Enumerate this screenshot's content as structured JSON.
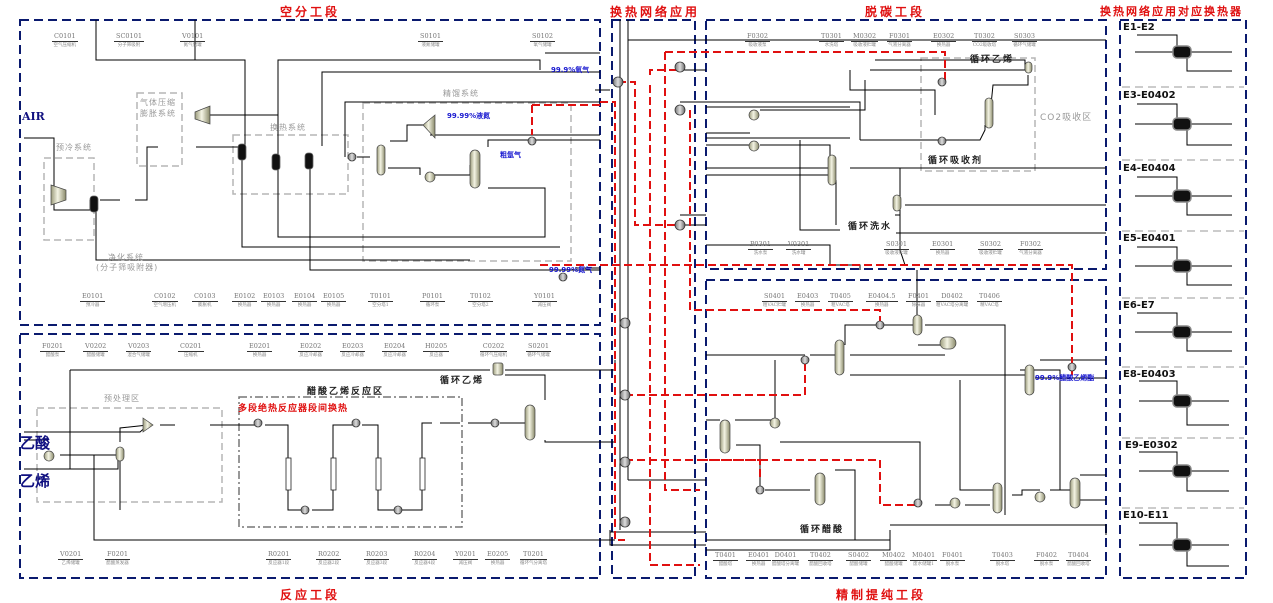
{
  "sections": {
    "air_separation": "空分工段",
    "heat_network": "换热网络应用",
    "decarbonization": "脱碳工段",
    "hx_mapping": "换热网络应用对应换热器",
    "reaction": "反应工段",
    "purification": "精制提纯工段"
  },
  "air_separation": {
    "top_tags": [
      {
        "id": "C0101",
        "desc": "空气压缩机"
      },
      {
        "id": "SC0101",
        "desc": "分子筛吸附"
      },
      {
        "id": "V0101",
        "desc": "氮气储罐"
      },
      {
        "id": "S0101",
        "desc": "液氮储罐"
      },
      {
        "id": "S0102",
        "desc": "氧气储罐"
      }
    ],
    "bottom_tags": [
      {
        "id": "E0101",
        "desc": "预冷器"
      },
      {
        "id": "C0102",
        "desc": "空气增压机"
      },
      {
        "id": "C0103",
        "desc": "膨胀机"
      },
      {
        "id": "E0102",
        "desc": "换热器"
      },
      {
        "id": "E0103",
        "desc": "换热器"
      },
      {
        "id": "E0104",
        "desc": "换热器"
      },
      {
        "id": "E0105",
        "desc": "换热器"
      },
      {
        "id": "T0101",
        "desc": "空分塔1"
      },
      {
        "id": "P0101",
        "desc": "循环泵"
      },
      {
        "id": "T0102",
        "desc": "空分塔2"
      },
      {
        "id": "Y0101",
        "desc": "减压阀"
      }
    ],
    "labels": {
      "air": "AIR",
      "precool": "预冷系统",
      "compress": "气体压缩\n膨胀系统",
      "heat_exch": "换热系统",
      "rectify": "精馏系统",
      "purify": "净化系统",
      "purify_sub": "(分子筛吸附器)",
      "o2_a": "99.9%氧气",
      "n2_liq": "99.99%液氮",
      "crude_ar": "粗氩气",
      "o2_b": "99.99%氮气"
    }
  },
  "reaction": {
    "top_tags": [
      {
        "id": "F0201",
        "desc": "醋酸泵"
      },
      {
        "id": "V0202",
        "desc": "醋酸储罐"
      },
      {
        "id": "V0203",
        "desc": "混合气储罐"
      },
      {
        "id": "C0201",
        "desc": "压缩机"
      },
      {
        "id": "E0201",
        "desc": "换热器"
      },
      {
        "id": "E0202",
        "desc": "反应冷却器"
      },
      {
        "id": "E0203",
        "desc": "反应冷却器"
      },
      {
        "id": "E0204",
        "desc": "反应冷却器"
      },
      {
        "id": "H0205",
        "desc": "反应器"
      },
      {
        "id": "C0202",
        "desc": "循环气压缩机"
      },
      {
        "id": "S0201",
        "desc": "循环气储罐"
      }
    ],
    "bottom_tags": [
      {
        "id": "V0201",
        "desc": "乙烯储罐"
      },
      {
        "id": "F0201",
        "desc": "醋酸蒸发器"
      },
      {
        "id": "R0201",
        "desc": "反应器1段"
      },
      {
        "id": "R0202",
        "desc": "反应器2段"
      },
      {
        "id": "R0203",
        "desc": "反应器3段"
      },
      {
        "id": "R0204",
        "desc": "反应器4段"
      },
      {
        "id": "Y0201",
        "desc": "减压阀"
      },
      {
        "id": "E0205",
        "desc": "换热器"
      },
      {
        "id": "T0201",
        "desc": "循环气分离塔"
      }
    ],
    "labels": {
      "acetic_acid": "乙酸",
      "ethylene": "乙烯",
      "pretreat": "预处理区",
      "vac_zone": "醋酸乙烯反应区",
      "multi_stage": "多段绝热反应器段间换热",
      "recycle_ethylene": "循环乙烯"
    }
  },
  "decarbonization": {
    "top_tags": [
      {
        "id": "F0302",
        "desc": "吸收液泵"
      },
      {
        "id": "T0301",
        "desc": "水洗塔"
      },
      {
        "id": "M0302",
        "desc": "吸收液贮罐"
      },
      {
        "id": "F0301",
        "desc": "气液分离器"
      },
      {
        "id": "E0302",
        "desc": "换热器"
      },
      {
        "id": "T0302",
        "desc": "CO2吸收塔"
      },
      {
        "id": "S0303",
        "desc": "循环气储罐"
      }
    ],
    "bottom_tags": [
      {
        "id": "P0301",
        "desc": "洗水泵"
      },
      {
        "id": "V0301",
        "desc": "洗水罐"
      },
      {
        "id": "S0301",
        "desc": "吸收液贮罐"
      },
      {
        "id": "E0301",
        "desc": "换热器"
      },
      {
        "id": "S0302",
        "desc": "吸收液贮罐"
      },
      {
        "id": "F0302",
        "desc": "气液分离器"
      }
    ],
    "labels": {
      "recycle_ethylene": "循环乙烯",
      "co2_zone": "CO2吸收区",
      "recycle_absorbent": "循环吸收剂",
      "recycle_wash": "循环洗水"
    }
  },
  "purification": {
    "top_tags": [
      {
        "id": "S0401",
        "desc": "粗VAC贮罐"
      },
      {
        "id": "E0403",
        "desc": "换热器"
      },
      {
        "id": "T0405",
        "desc": "粗VAC塔"
      },
      {
        "id": "E0404.5",
        "desc": "换热器"
      },
      {
        "id": "F0401",
        "desc": "除沫器"
      },
      {
        "id": "D0402",
        "desc": "粗VAC塔分离罐"
      },
      {
        "id": "T0406",
        "desc": "精VAC塔"
      }
    ],
    "bottom_tags": [
      {
        "id": "T0401",
        "desc": "醋酸塔"
      },
      {
        "id": "E0401",
        "desc": "换热器"
      },
      {
        "id": "D0401",
        "desc": "醋酸塔分离罐"
      },
      {
        "id": "T0402",
        "desc": "醋酸回收塔"
      },
      {
        "id": "S0402",
        "desc": "醋酸储罐"
      },
      {
        "id": "M0402",
        "desc": "醋酸储罐"
      },
      {
        "id": "M0401",
        "desc": "废水储罐1"
      },
      {
        "id": "F0401",
        "desc": "脱水泵"
      },
      {
        "id": "T0403",
        "desc": "脱水塔"
      },
      {
        "id": "F0402",
        "desc": "脱水泵"
      },
      {
        "id": "T0404",
        "desc": "醋酸回收塔"
      }
    ],
    "labels": {
      "product": "99.9%醋酸乙烯酯",
      "recycle_acid": "循环醋酸"
    }
  },
  "hx_mapping": [
    {
      "label": "E1-E2"
    },
    {
      "label": "E3-E0402"
    },
    {
      "label": "E4-E0404"
    },
    {
      "label": "E5-E0401"
    },
    {
      "label": "E6-E7"
    },
    {
      "label": "E8-E0403"
    },
    {
      "label": "E9-E0302"
    },
    {
      "label": "E10-E11"
    }
  ],
  "colors": {
    "section_border": "#0a1a6e",
    "heat_network_line": "#e01010",
    "zone_border": "#b0b0b0",
    "pipe": "#000000",
    "title_red": "#e01010",
    "stream_blue": "#1a1ad0"
  }
}
